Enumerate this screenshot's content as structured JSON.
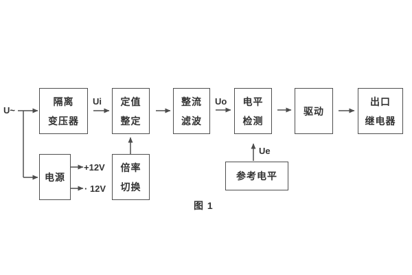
{
  "figure": {
    "caption": "图 1"
  },
  "colors": {
    "line": "#4d4d4d",
    "text": "#333333",
    "background": "#ffffff"
  },
  "blocks": [
    {
      "id": "isolation-transformer",
      "lines": [
        "隔离",
        "变压器"
      ]
    },
    {
      "id": "setting-adjust",
      "lines": [
        "定值",
        "整定"
      ]
    },
    {
      "id": "rectifier-filter",
      "lines": [
        "整流",
        "滤波"
      ]
    },
    {
      "id": "level-detect",
      "lines": [
        "电平",
        "检测"
      ]
    },
    {
      "id": "driver",
      "lines": [
        "驱动"
      ]
    },
    {
      "id": "output-relay",
      "lines": [
        "出口",
        "继电器"
      ]
    },
    {
      "id": "power-supply",
      "lines": [
        "电源"
      ]
    },
    {
      "id": "ratio-switch",
      "lines": [
        "倍率",
        "切换"
      ]
    },
    {
      "id": "reference-level",
      "lines": [
        "参考电平"
      ]
    }
  ],
  "labels": {
    "input": "U~",
    "ui": "Ui",
    "uo": "Uo",
    "ue": "Ue",
    "plus12": "+12V",
    "minus12": "· 12V"
  }
}
